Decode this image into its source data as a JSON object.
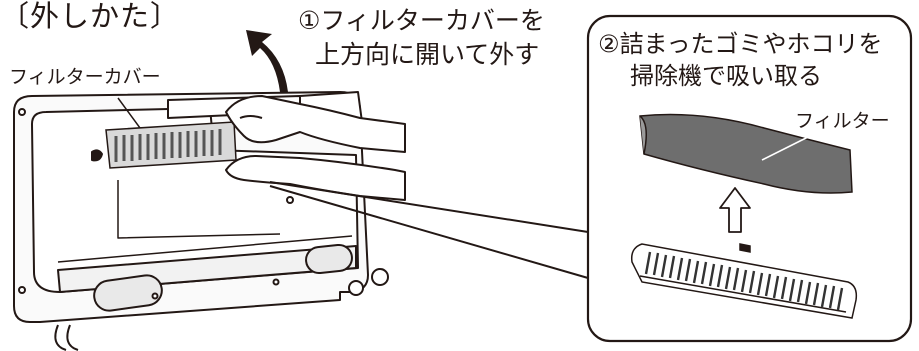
{
  "title": "〔外しかた〕",
  "step1": {
    "line1": "①フィルターカバーを",
    "line2": "上方向に開いて外す"
  },
  "labels": {
    "filter_cover": "フィルターカバー",
    "filter": "フィルター"
  },
  "step2": {
    "line1": "②詰まったゴミやホコリを",
    "line2": "掃除機で吸い取る"
  }
}
